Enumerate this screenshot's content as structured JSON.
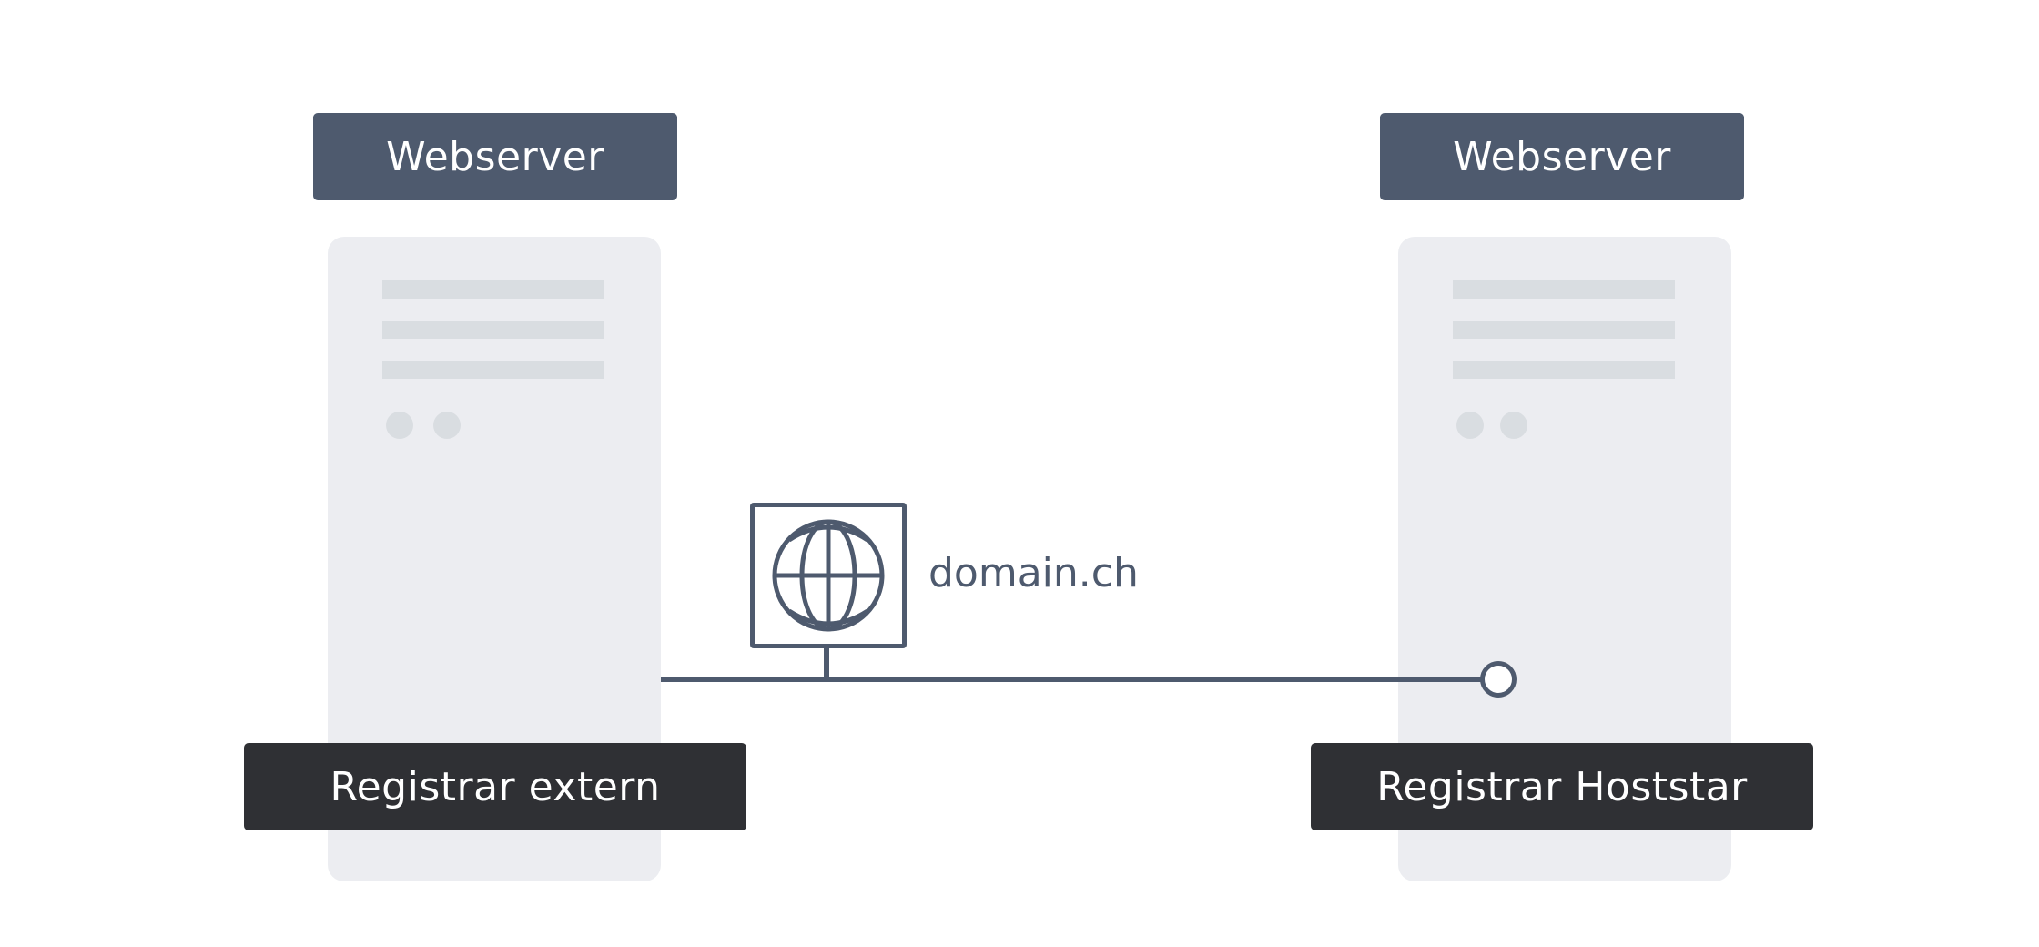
{
  "left": {
    "server_label": "Webserver",
    "registrar_label": "Registrar extern"
  },
  "right": {
    "server_label": "Webserver",
    "registrar_label": "Registrar Hoststar"
  },
  "domain": {
    "name": "domain.ch",
    "icon": "globe-icon"
  },
  "colors": {
    "server_label_bg": "#4e5a6e",
    "registrar_label_bg": "#2f3034",
    "tower_bg": "#ecedf1",
    "tower_detail": "#d9dde1",
    "line": "#4e5a6e"
  }
}
